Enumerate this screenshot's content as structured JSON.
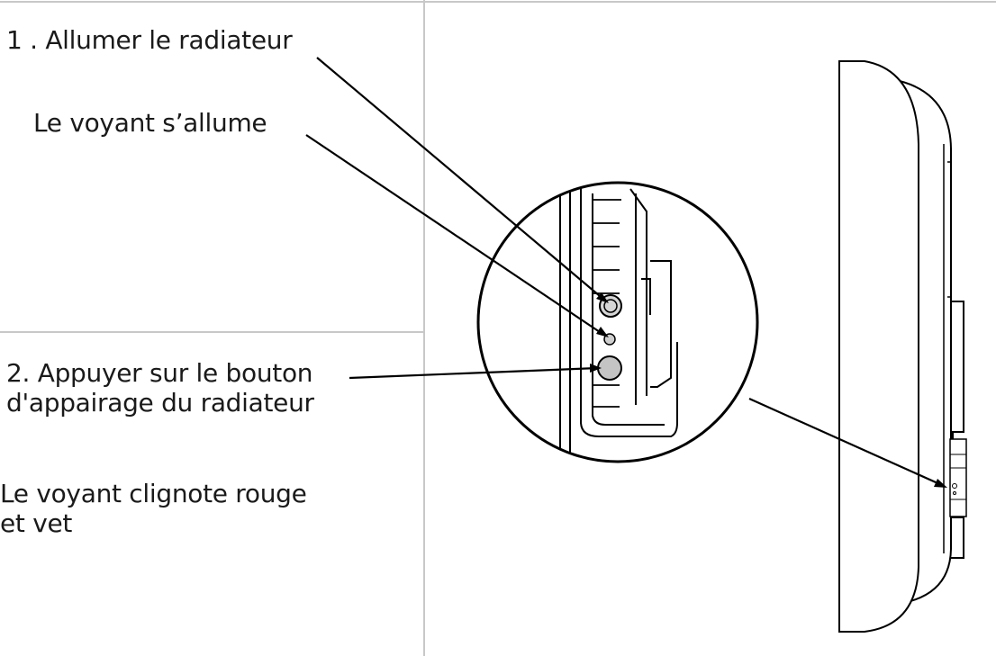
{
  "steps": [
    {
      "label": "1 . Allumer le radiateur",
      "result": "Le voyant s’allume"
    },
    {
      "label_lines": [
        "2. Appuyer sur le bouton",
        "d'appairage du radiateur"
      ],
      "result_lines": [
        "Le voyant clignote rouge",
        "et vet"
      ]
    }
  ],
  "colors": {
    "line": "#000000",
    "divider": "#c8c8c8",
    "led": "#cfcfcf",
    "button": "#c4c4c4"
  }
}
